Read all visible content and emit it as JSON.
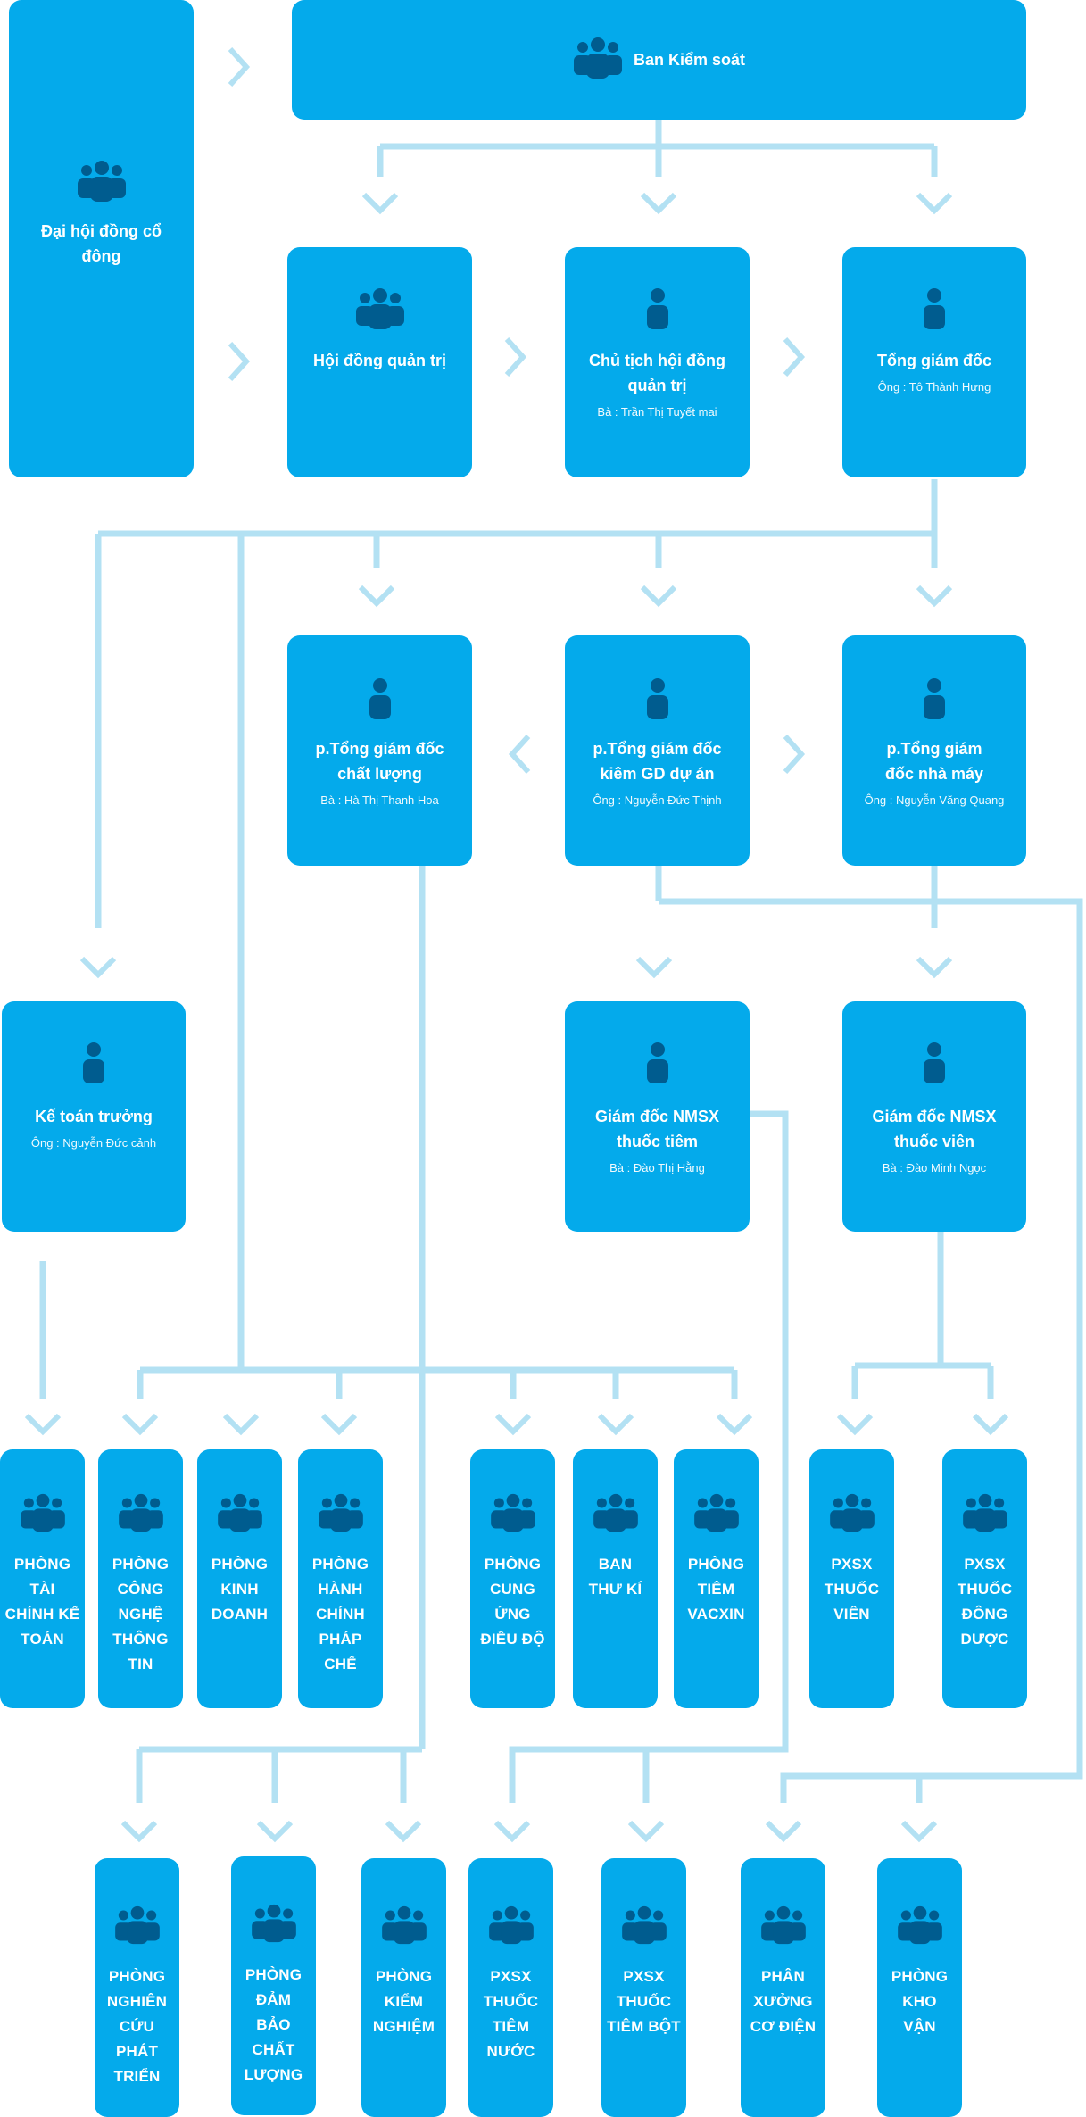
{
  "colors": {
    "box": "#04aaeb",
    "connector": "#b3e1f3",
    "icon": "#005c8f",
    "text": "#ffffff"
  },
  "top": {
    "shareholders": {
      "title": "Đại hội đồng cổ đông",
      "icon": "group-icon"
    },
    "supervisory": {
      "title": "Ban Kiểm soát",
      "icon": "group-icon"
    },
    "board": {
      "title": "Hội đồng quản trị",
      "icon": "group-icon"
    },
    "chairman": {
      "title": "Chủ tịch hội đồng quản trị",
      "person": "Bà : Trần Thị Tuyết mai",
      "icon": "person-icon"
    },
    "ceo": {
      "title": "Tổng giám đốc",
      "person": "Ông : Tô Thành Hưng",
      "icon": "person-icon"
    }
  },
  "deputies": {
    "quality": {
      "title": "p.Tổng giám đốc chất lượng",
      "person": "Bà  : Hà Thị Thanh Hoa"
    },
    "project": {
      "title": "p.Tổng giám đốc kiêm GD dự án",
      "person": "Ông  : Nguyễn Đức Thịnh"
    },
    "factory": {
      "title": "p.Tổng giám đốc nhà máy",
      "person": "Ông : Nguyễn Văng Quang"
    }
  },
  "managers": {
    "chief_accountant": {
      "title": "Kế toán trưởng",
      "person": "Ông  : Nguyễn Đức cảnh"
    },
    "injection": {
      "title": "Giám đốc NMSX thuốc tiêm",
      "person": "Bà  : Đào Thị Hằng"
    },
    "tablet": {
      "title": "Giám đốc NMSX thuốc viên",
      "person": "Bà : Đào Minh Ngọc"
    }
  },
  "row1": [
    {
      "label": "PHÒNG TÀI CHÍNH KẾ TOÁN"
    },
    {
      "label": "PHÒNG CÔNG NGHỆ THÔNG TIN"
    },
    {
      "label": "PHÒNG KINH DOANH"
    },
    {
      "label": "PHÒNG HÀNH CHÍNH PHÁP CHẾ"
    },
    {
      "label": "PHÒNG CUNG ỨNG ĐIỀU ĐỘ"
    },
    {
      "label": "BAN THƯ KÍ"
    },
    {
      "label": "PHÒNG TIÊM VACXIN"
    },
    {
      "label": "PXSX THUỐC VIÊN"
    },
    {
      "label": "PXSX THUỐC ĐÔNG DƯỢC"
    }
  ],
  "row2": [
    {
      "label": "PHÒNG NGHIÊN CỨU PHÁT TRIỂN"
    },
    {
      "label": "PHÒNG ĐẢM BẢO CHẤT LƯỢNG"
    },
    {
      "label": "PHÒNG KIỂM NGHIỆM"
    },
    {
      "label": "PXSX THUỐC TIÊM NƯỚC"
    },
    {
      "label": "PXSX THUỐC TIÊM BỘT"
    },
    {
      "label": "PHÂN XƯỞNG CƠ ĐIỆN"
    },
    {
      "label": "PHÒNG KHO VẬN"
    }
  ]
}
